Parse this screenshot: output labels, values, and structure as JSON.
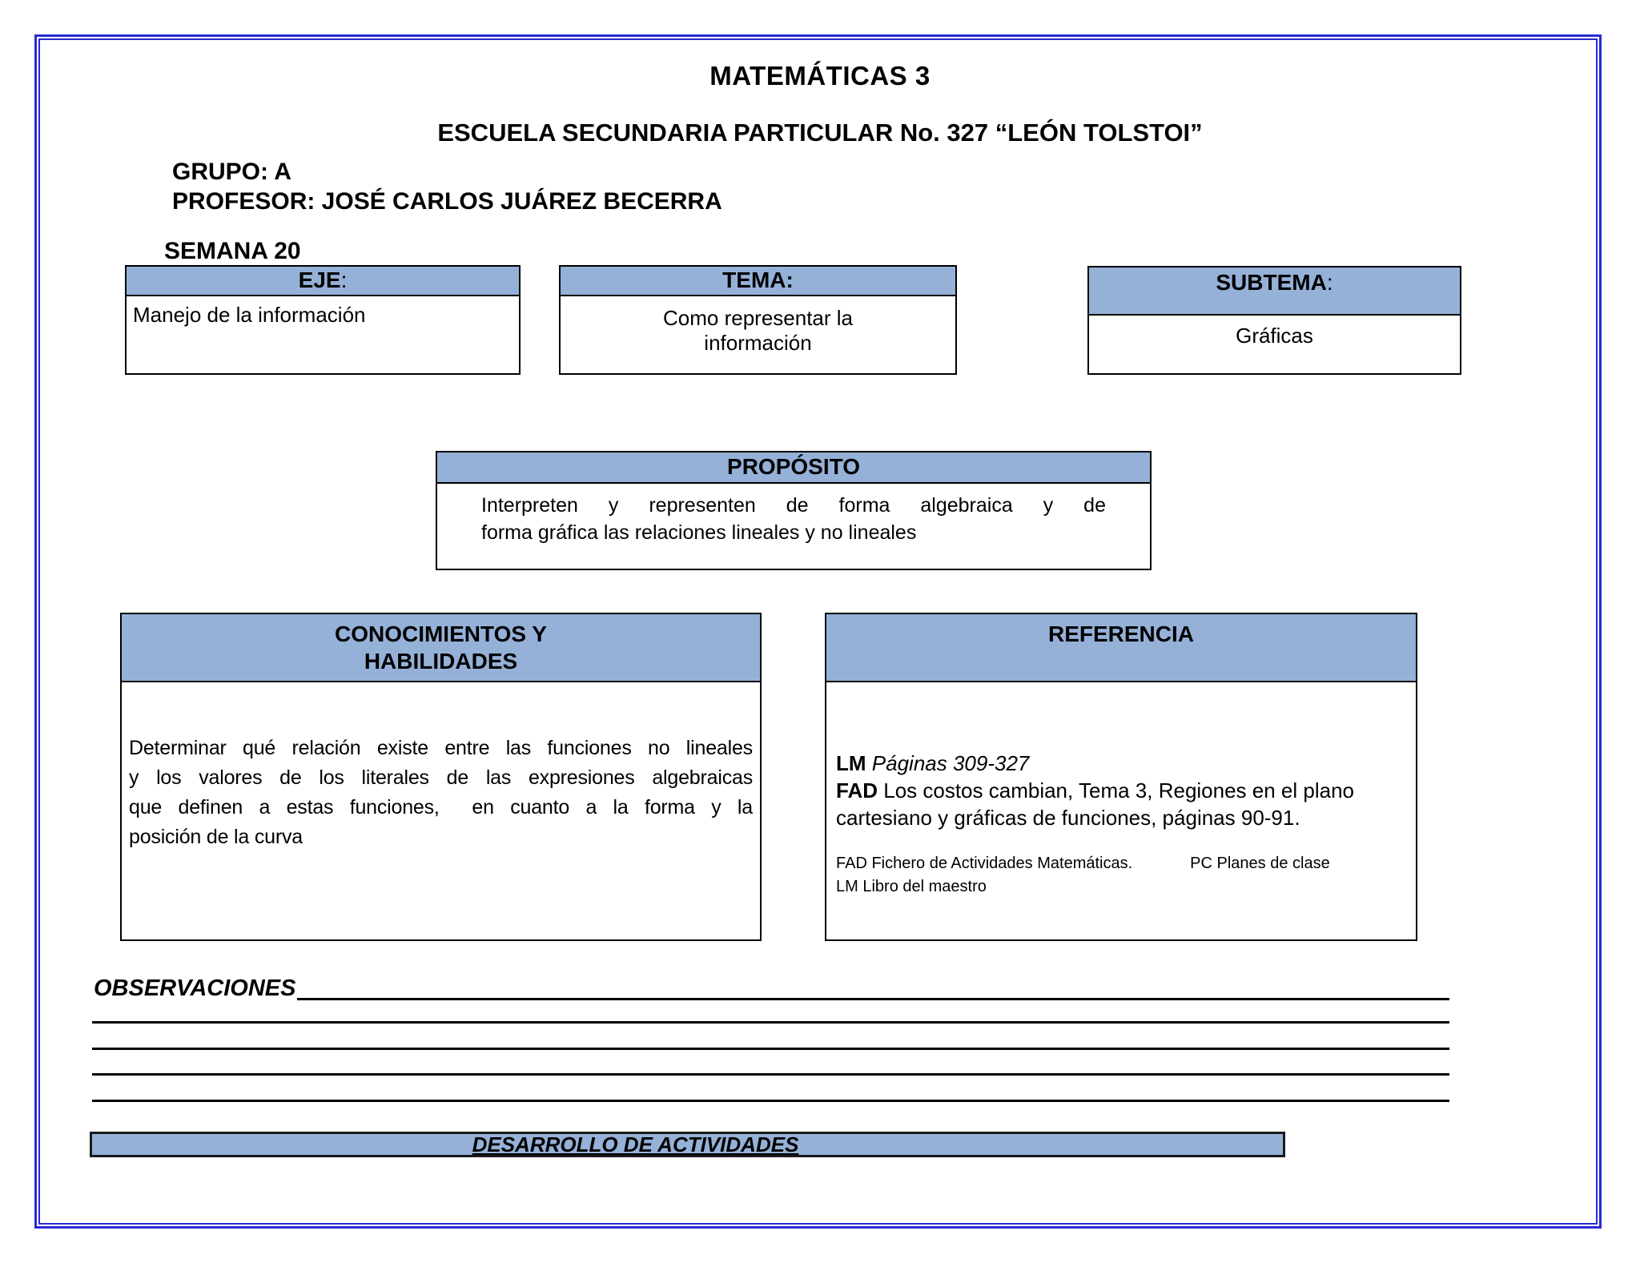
{
  "header": {
    "title": "MATEMÁTICAS 3",
    "school": "ESCUELA SECUNDARIA PARTICULAR No. 327 “LEÓN TOLSTOI”",
    "group": "GRUPO: A",
    "professor": "PROFESOR: JOSÉ CARLOS JUÁREZ BECERRA",
    "week": "SEMANA 20"
  },
  "eje": {
    "header_bold": "EJE",
    "header_rest": ":",
    "body": "Manejo de la información"
  },
  "tema": {
    "header_bold": "TEMA:",
    "header_rest": "",
    "body_lines": [
      "Como representar la",
      "información"
    ]
  },
  "subtema": {
    "header_bold": "SUBTEMA",
    "header_rest": ":",
    "body": "Gráficas"
  },
  "proposito": {
    "header": "PROPÓSITO",
    "body_lines": [
      "Interpreten y representen de forma algebraica y de",
      "forma gráfica las relaciones lineales y no lineales"
    ]
  },
  "conocimientos": {
    "header_lines": [
      "CONOCIMIENTOS Y",
      "HABILIDADES"
    ],
    "body_lines": [
      "Determinar qué relación existe entre las funciones no lineales",
      "y los valores de los literales de las expresiones algebraicas",
      "que definen a estas funciones,  en cuanto a la forma y la",
      "posición de la curva"
    ]
  },
  "referencia": {
    "header": "REFERENCIA",
    "lm_abbr": "LM",
    "lm_pages": "Páginas 309-327",
    "fad_abbr": "FAD",
    "fad_text": "Los costos cambian, Tema 3, Regiones en el plano cartesiano y gráficas de funciones, páginas 90-91.",
    "legend_fad": "FAD Fichero de Actividades Matemáticas.",
    "legend_pc": "PC Planes de clase",
    "legend_lm": "LM Libro del maestro"
  },
  "observaciones": {
    "label": "OBSERVACIONES",
    "blank_line_count": 4
  },
  "banner": {
    "label": "DESARROLLO DE ACTIVIDADES"
  },
  "colors": {
    "header_fill_blue": "#95b1d8",
    "page_border_blue": "#2a2ad6",
    "rule_black": "#000000",
    "banner_border": "#1a1a1a"
  }
}
